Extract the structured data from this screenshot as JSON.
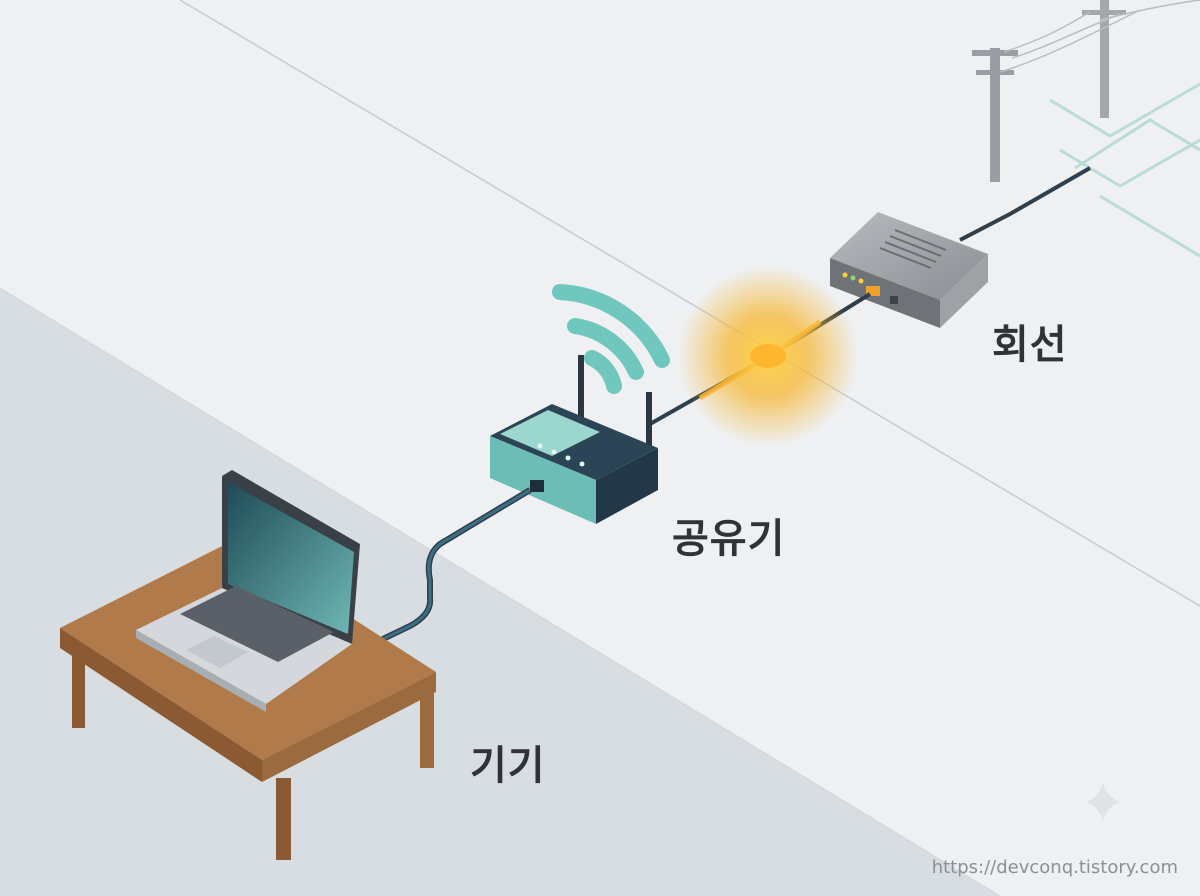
{
  "labels": {
    "modem": "회선",
    "router": "공유기",
    "device": "기기"
  },
  "watermark": "https://devconq.tistory.com",
  "colors": {
    "background": "#eef0f2",
    "floor_shadow": "#d9dee3",
    "accent_teal": "#5fbfb4",
    "router_body": "#2b4556",
    "router_front": "#6cbdb6",
    "modem_body": "#8a8e92",
    "cable": "#2f3f4c",
    "signal_glow": "#f7b733",
    "table_wood": "#b07a4a",
    "laptop_screen": "#2f6e78"
  }
}
